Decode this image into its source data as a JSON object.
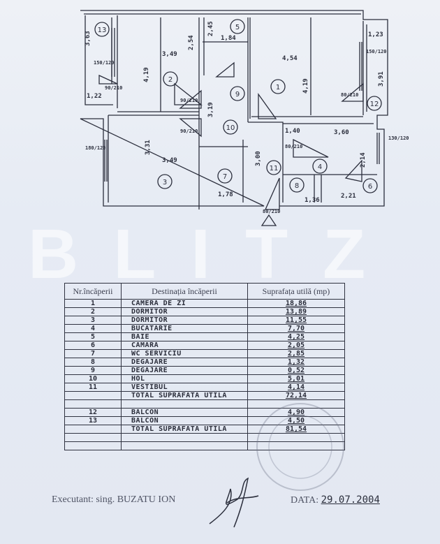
{
  "plan": {
    "rooms": [
      "1",
      "2",
      "3",
      "4",
      "5",
      "6",
      "7",
      "8",
      "9",
      "10",
      "11",
      "12",
      "13"
    ],
    "dimensions": [
      "3,49",
      "4,19",
      "4,54",
      "4,19",
      "3,31",
      "3,49",
      "3,19",
      "3,60",
      "2,14",
      "3,00",
      "1,40",
      "1,84",
      "2,45",
      "2,54",
      "3,63",
      "3,91",
      "1,78",
      "1,36",
      "2,21",
      "1,22",
      "1,23"
    ],
    "openings": [
      "150/120",
      "150/120",
      "180/120",
      "130/120",
      "90/210",
      "90/210",
      "90/210",
      "80/210",
      "80/210",
      "80/210"
    ]
  },
  "watermark": "BLITZ",
  "table": {
    "headers": [
      "Nr.încăperii",
      "Destinația încăperii",
      "Suprafața utilă (mp)"
    ],
    "rows": [
      {
        "nr": "1",
        "name": "CAMERA DE ZI",
        "area": "18,86"
      },
      {
        "nr": "2",
        "name": "DORMITOR",
        "area": "13,89"
      },
      {
        "nr": "3",
        "name": "DORMITOR",
        "area": "11,55"
      },
      {
        "nr": "4",
        "name": "BUCATARIE",
        "area": "7,70"
      },
      {
        "nr": "5",
        "name": "BAIE",
        "area": "4,25"
      },
      {
        "nr": "6",
        "name": "CAMARA",
        "area": "2,05"
      },
      {
        "nr": "7",
        "name": "WC SERVICIU",
        "area": "2,85"
      },
      {
        "nr": "8",
        "name": "DEGAJARE",
        "area": "1,32"
      },
      {
        "nr": "9",
        "name": "DEGAJARE",
        "area": "0,52"
      },
      {
        "nr": "10",
        "name": "HOL",
        "area": "5,01"
      },
      {
        "nr": "11",
        "name": "VESTIBUL",
        "area": "4,14"
      },
      {
        "nr": "",
        "name": "TOTAL SUPRAFATA UTILA",
        "area": "72,14"
      },
      {
        "nr": "",
        "name": "",
        "area": ""
      },
      {
        "nr": "12",
        "name": "BALCON",
        "area": "4,90"
      },
      {
        "nr": "13",
        "name": "BALCON",
        "area": "4,50"
      },
      {
        "nr": "",
        "name": "TOTAL SUPRAFATA UTILA",
        "area": "81,54"
      },
      {
        "nr": "",
        "name": "",
        "area": ""
      },
      {
        "nr": "",
        "name": "",
        "area": ""
      }
    ]
  },
  "footer": {
    "executant": "Executant: sing. BUZATU ION",
    "date_label": "DATA:",
    "date": "29.07.2004"
  }
}
